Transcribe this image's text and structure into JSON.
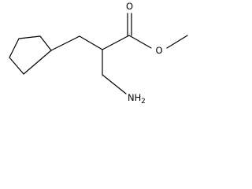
{
  "molecule": {
    "atoms": {
      "carbonyl_oxygen": "O",
      "ester_oxygen": "O",
      "amine": "NH2"
    },
    "colors": {
      "bond": "#000000",
      "label": "#000000",
      "background": "#ffffff"
    }
  }
}
